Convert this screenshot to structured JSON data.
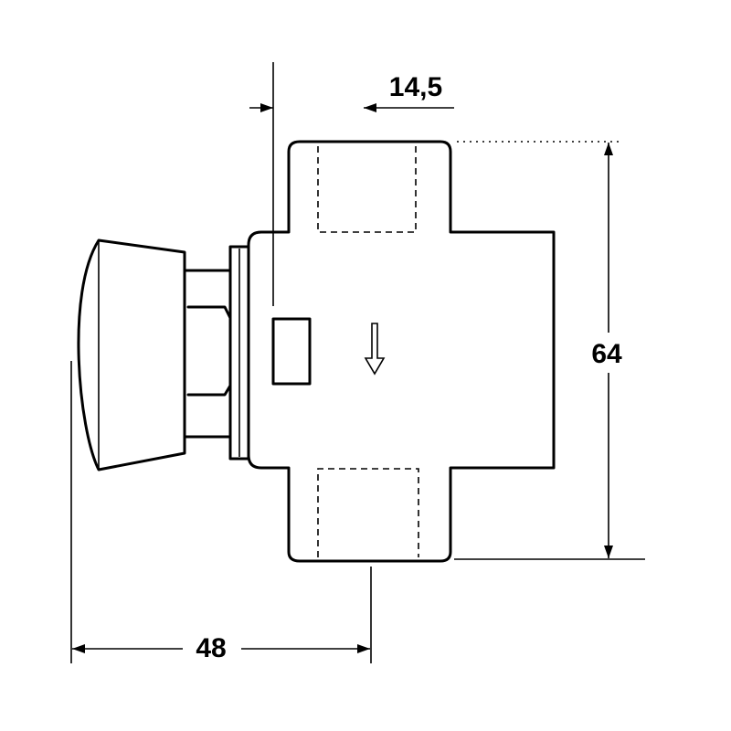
{
  "dimensions": {
    "offset_label": "14,5",
    "height_label": "64",
    "width_label": "48"
  }
}
